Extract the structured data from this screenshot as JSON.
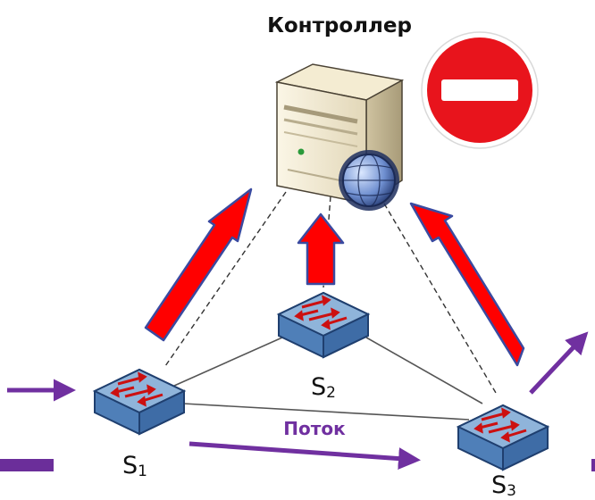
{
  "controller": {
    "label": "Контроллер",
    "icon": "server-icon"
  },
  "stop_sign": {
    "icon": "no-entry-sign-icon",
    "color": "#e8141c"
  },
  "switches": [
    {
      "id": "s1",
      "label": "S",
      "sub": "1"
    },
    {
      "id": "s2",
      "label": "S",
      "sub": "2"
    },
    {
      "id": "s3",
      "label": "S",
      "sub": "3"
    }
  ],
  "flow": {
    "label": "Поток",
    "color": "#7030a0"
  },
  "colors": {
    "request_arrow": "#ff0000",
    "request_arrow_outline": "#3a4aa0",
    "switch_top": "#8fb4da",
    "switch_side": "#4f7fb8",
    "link": "#555555"
  }
}
